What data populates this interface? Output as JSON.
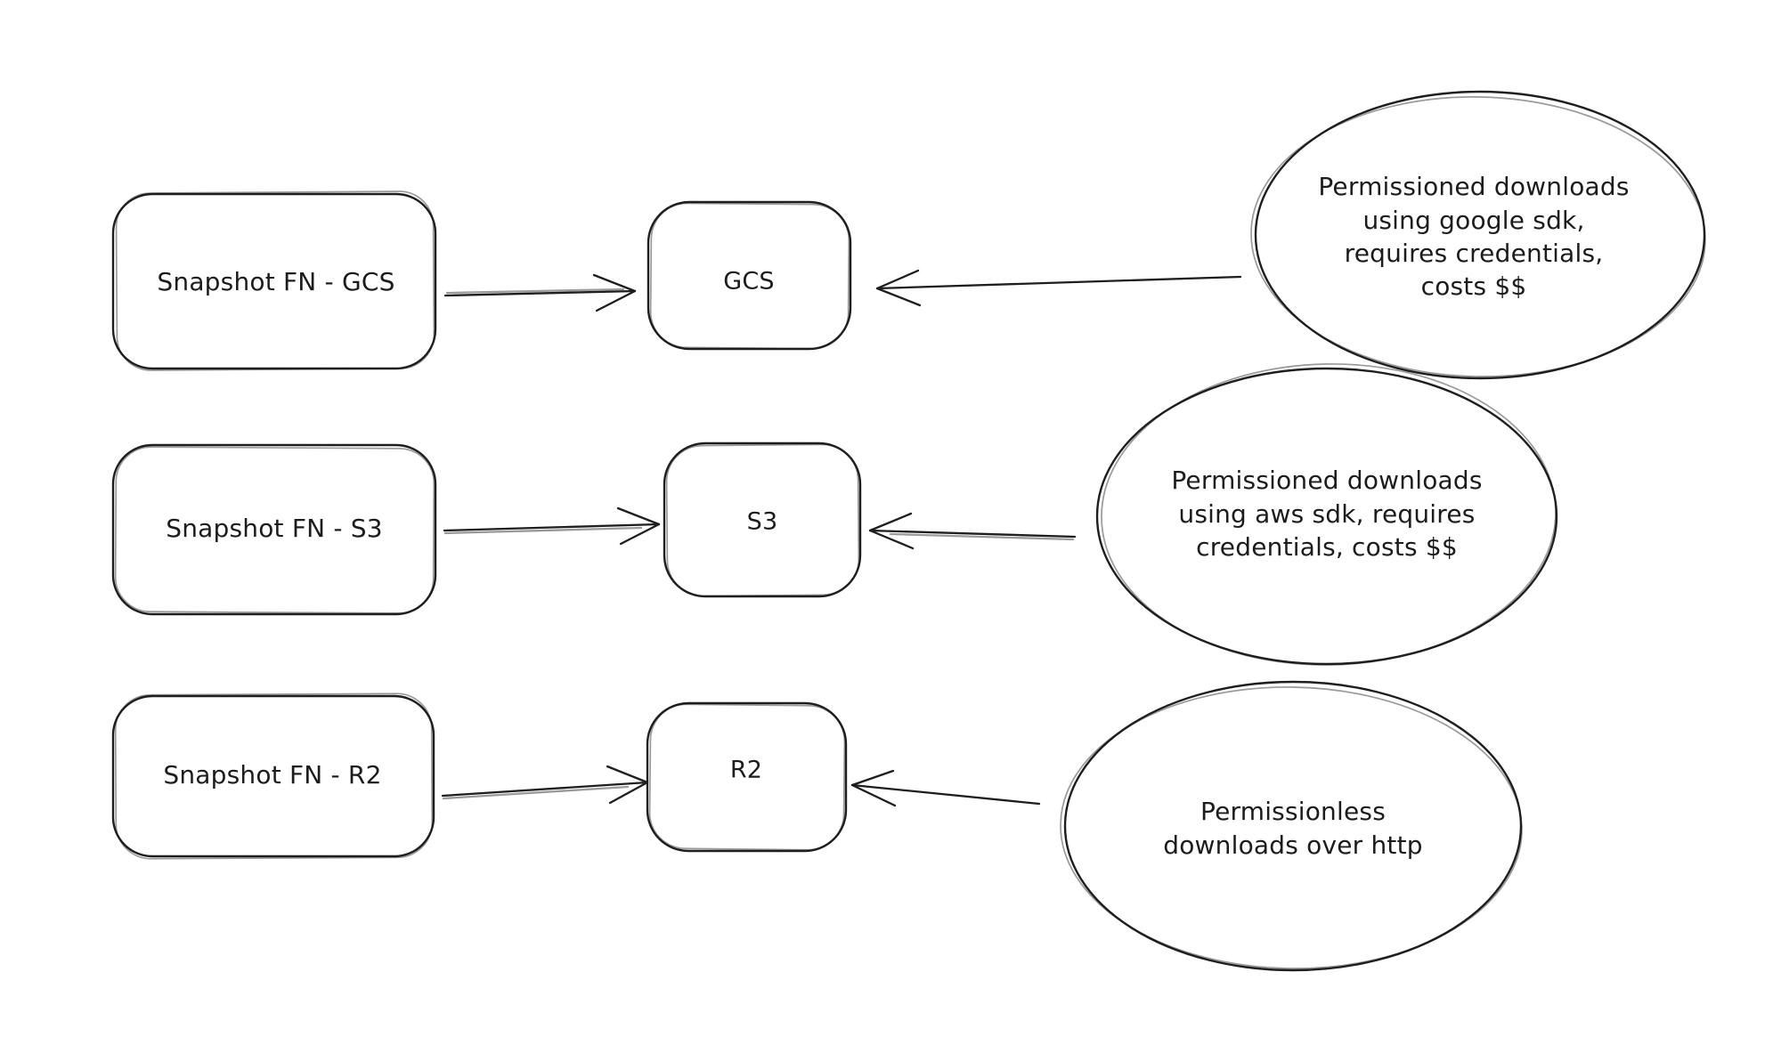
{
  "colors": {
    "background": "#ffffff",
    "stroke": "#1e1e1e",
    "text": "#1c1c1c"
  },
  "rows": [
    {
      "source_label": "Snapshot FN - GCS",
      "target_label": "GCS",
      "note_lines": [
        "Permissioned downloads",
        "using google sdk,",
        "requires credentials,",
        "costs $$"
      ]
    },
    {
      "source_label": "Snapshot FN - S3",
      "target_label": "S3",
      "note_lines": [
        "Permissioned downloads",
        "using aws sdk, requires",
        "credentials, costs $$"
      ]
    },
    {
      "source_label": "Snapshot FN - R2",
      "target_label": "R2",
      "note_lines": [
        "Permissionless",
        "downloads over http"
      ]
    }
  ]
}
